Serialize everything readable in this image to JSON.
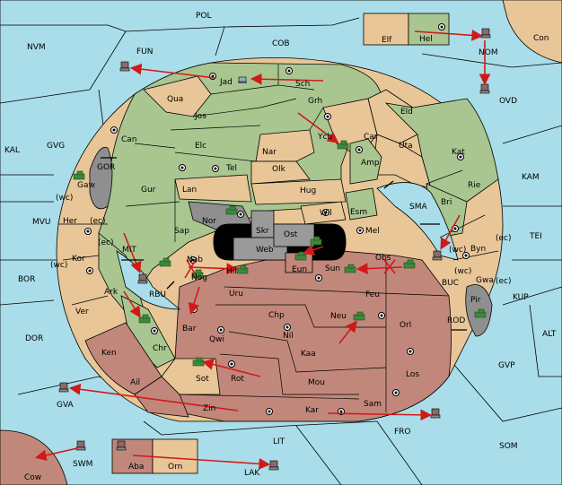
{
  "colors": {
    "sea": "#a9dde9",
    "green_power": "#a9c690",
    "tan_power": "#e8c697",
    "red_power": "#c2877b",
    "neutral": "#8f8f8f",
    "order": "#d01a1a"
  },
  "provinces": {
    "POL": "POL",
    "NVM": "NVM",
    "FUN": "FUN",
    "COB": "COB",
    "Elf": "Elf",
    "Hel": "Hel",
    "Con": "Con",
    "NOM": "NOM",
    "OVD": "OVD",
    "Jad": "Jad",
    "Sch": "Sch",
    "Qua": "Qua",
    "Jos": "Jos",
    "Grh": "Grh",
    "Eld": "Eld",
    "Can": "Can",
    "Elc": "Elc",
    "Ycb": "Ycb",
    "Car": "Car",
    "Uta": "Uta",
    "KAL": "KAL",
    "GVG": "GVG",
    "Nar": "Nar",
    "Kat": "Kat",
    "GOR": "GOR",
    "Tel": "Tel",
    "Amp": "Amp",
    "Olk": "Olk",
    "KAM": "KAM",
    "Gaw": "Gaw",
    "Gur": "Gur",
    "Lan": "Lan",
    "Hug": "Hug",
    "Rie": "Rie",
    "SMA": "SMA",
    "Wil": "Wil",
    "Esm": "Esm",
    "Bri": "Bri",
    "Nor": "Nor",
    "MVU": "MVU",
    "Her": "Her",
    "Sap": "Sap",
    "Skr": "Skr",
    "Ost": "Ost",
    "Mel": "Mel",
    "TEI": "TEI",
    "Web": "Web",
    "Byn": "Byn",
    "Kor": "Kor",
    "MIT": "MIT",
    "Nab": "Nab",
    "Obs": "Obs",
    "Eun": "Eun",
    "Sun": "Sun",
    "BOR": "BOR",
    "Hil": "Hil",
    "Gwa": "Gwa",
    "Ark": "Ark",
    "Nog": "Nog",
    "RBU": "RBU",
    "BUC": "BUC",
    "KUP": "KUP",
    "Uru": "Uru",
    "Feu": "Feu",
    "Pir": "Pir",
    "Ver": "Ver",
    "Chp": "Chp",
    "Neu": "Neu",
    "DOR": "DOR",
    "Bar": "Bar",
    "Qwi": "Qwi",
    "Nil": "Nil",
    "Orl": "Orl",
    "ROD": "ROD",
    "ALT": "ALT",
    "Ken": "Ken",
    "Chr": "Chr",
    "Kaa": "Kaa",
    "GVP": "GVP",
    "Sot": "Sot",
    "Rot": "Rot",
    "Los": "Los",
    "Ail": "Ail",
    "Mou": "Mou",
    "GVA": "GVA",
    "Zin": "Zin",
    "Kar": "Kar",
    "Sam": "Sam",
    "FRO": "FRO",
    "LIT": "LIT",
    "SOM": "SOM",
    "SWM": "SWM",
    "Cow": "Cow",
    "Aba": "Aba",
    "Orn": "Orn",
    "LAK": "LAK"
  },
  "coast_markers": {
    "wc": "(wc)",
    "ec": "(ec)"
  }
}
